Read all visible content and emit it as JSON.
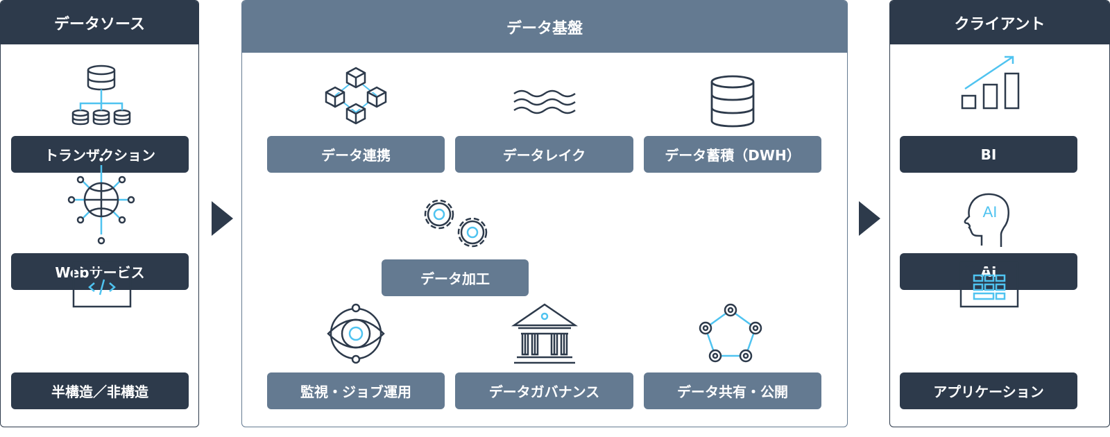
{
  "colors": {
    "dark": "#2d3a4b",
    "gray": "#647a91",
    "accent": "#4fc3f0"
  },
  "sources": {
    "title": "データソース",
    "items": [
      {
        "label": "トランザクション",
        "icon": "database-hierarchy-icon"
      },
      {
        "label": "Webサービス",
        "icon": "globe-network-icon"
      },
      {
        "label": "半構造／非構造",
        "icon": "code-window-icon"
      }
    ]
  },
  "platform": {
    "title": "データ基盤",
    "items": [
      {
        "label": "データ連携",
        "icon": "cubes-network-icon"
      },
      {
        "label": "データレイク",
        "icon": "waves-icon"
      },
      {
        "label": "データ蓄積（DWH）",
        "icon": "database-icon"
      },
      {
        "label": "データ加工",
        "icon": "gears-icon"
      },
      {
        "label": "監視・ジョブ運用",
        "icon": "eye-orbit-icon"
      },
      {
        "label": "データガバナンス",
        "icon": "institution-icon"
      },
      {
        "label": "データ共有・公開",
        "icon": "pentagon-network-icon"
      }
    ]
  },
  "clients": {
    "title": "クライアント",
    "items": [
      {
        "label": "BI",
        "icon": "bar-chart-growth-icon"
      },
      {
        "label": "AI",
        "icon": "ai-head-icon"
      },
      {
        "label": "アプリケーション",
        "icon": "app-grid-window-icon"
      }
    ],
    "ai_icon_text": "AI"
  }
}
